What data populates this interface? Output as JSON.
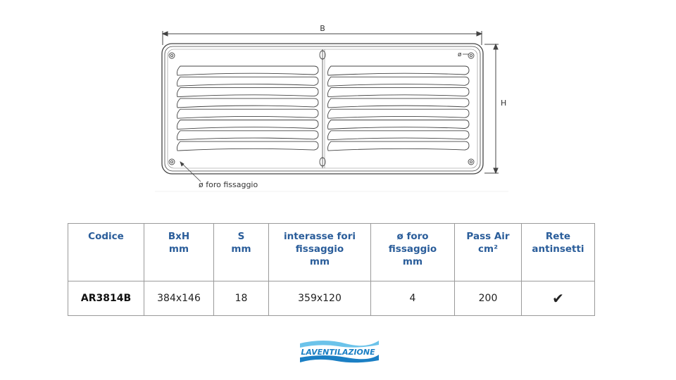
{
  "drawing": {
    "dim_b_label": "B",
    "dim_h_label": "H",
    "dim_phi_label": "ø",
    "caption": "ø foro fissaggio"
  },
  "table": {
    "headers": [
      "Codice",
      "BxH\nmm",
      "S\nmm",
      "interasse fori\nfissaggio\nmm",
      "ø foro\nfissaggio\nmm",
      "Pass Air\ncm²",
      "Rete\nantinsetti"
    ],
    "row": {
      "code": "AR3814B",
      "bxh": "384x146",
      "s": "18",
      "interasse": "359x120",
      "foro": "4",
      "pass_air": "200",
      "rete": "✔"
    }
  },
  "logo": {
    "text": "LAVENTILAZIONE",
    "colors": {
      "blue": "#1b7fc4",
      "light": "#6cc3ea"
    }
  }
}
